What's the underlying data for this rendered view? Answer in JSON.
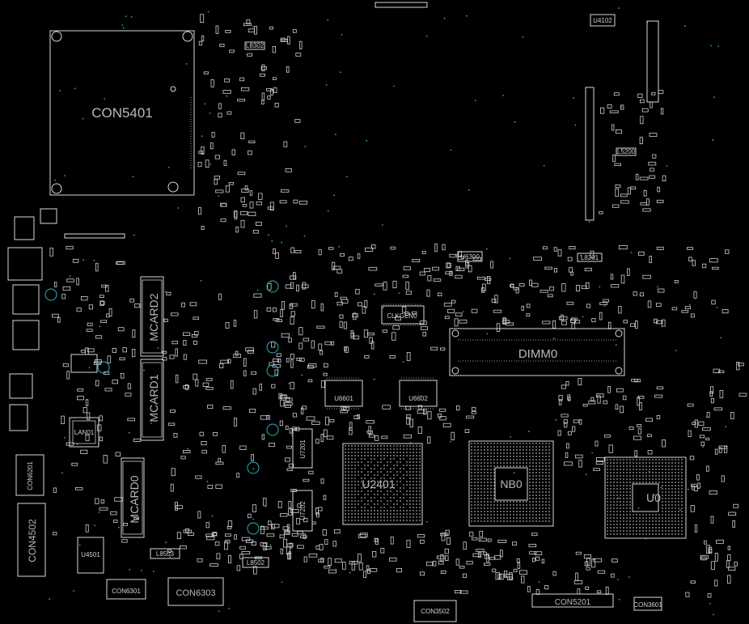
{
  "board": {
    "background": "#000000",
    "outline_color": "#d8d8d8",
    "via_color": "#28b4c8"
  },
  "components": {
    "con5401": "CON5401",
    "mcard2": "MCARD2",
    "mcard1": "MCARD1",
    "mcard0": "MCARD0",
    "dimm0": "DIMM0",
    "clkgen0": "CLKGEN0",
    "u6601": "U6601",
    "u6602": "U6602",
    "u2401": "U2401",
    "nb0": "NB0",
    "u0": "U0",
    "lan01": "LAN01",
    "con6201": "CON6201",
    "con4502": "CON4502",
    "u4501": "U4501",
    "con6301": "CON6301",
    "con6303": "CON6303",
    "l8503": "L8503",
    "l8502": "L8502",
    "con3502": "CON3502",
    "con5201": "CON5201",
    "con3601": "CON3601",
    "u6300": "U6300",
    "u7201": "U7201",
    "u7202": "U7202",
    "l8201": "L8201",
    "l8302": "L8302",
    "l5200": "L5200",
    "u4102": "U4102"
  }
}
